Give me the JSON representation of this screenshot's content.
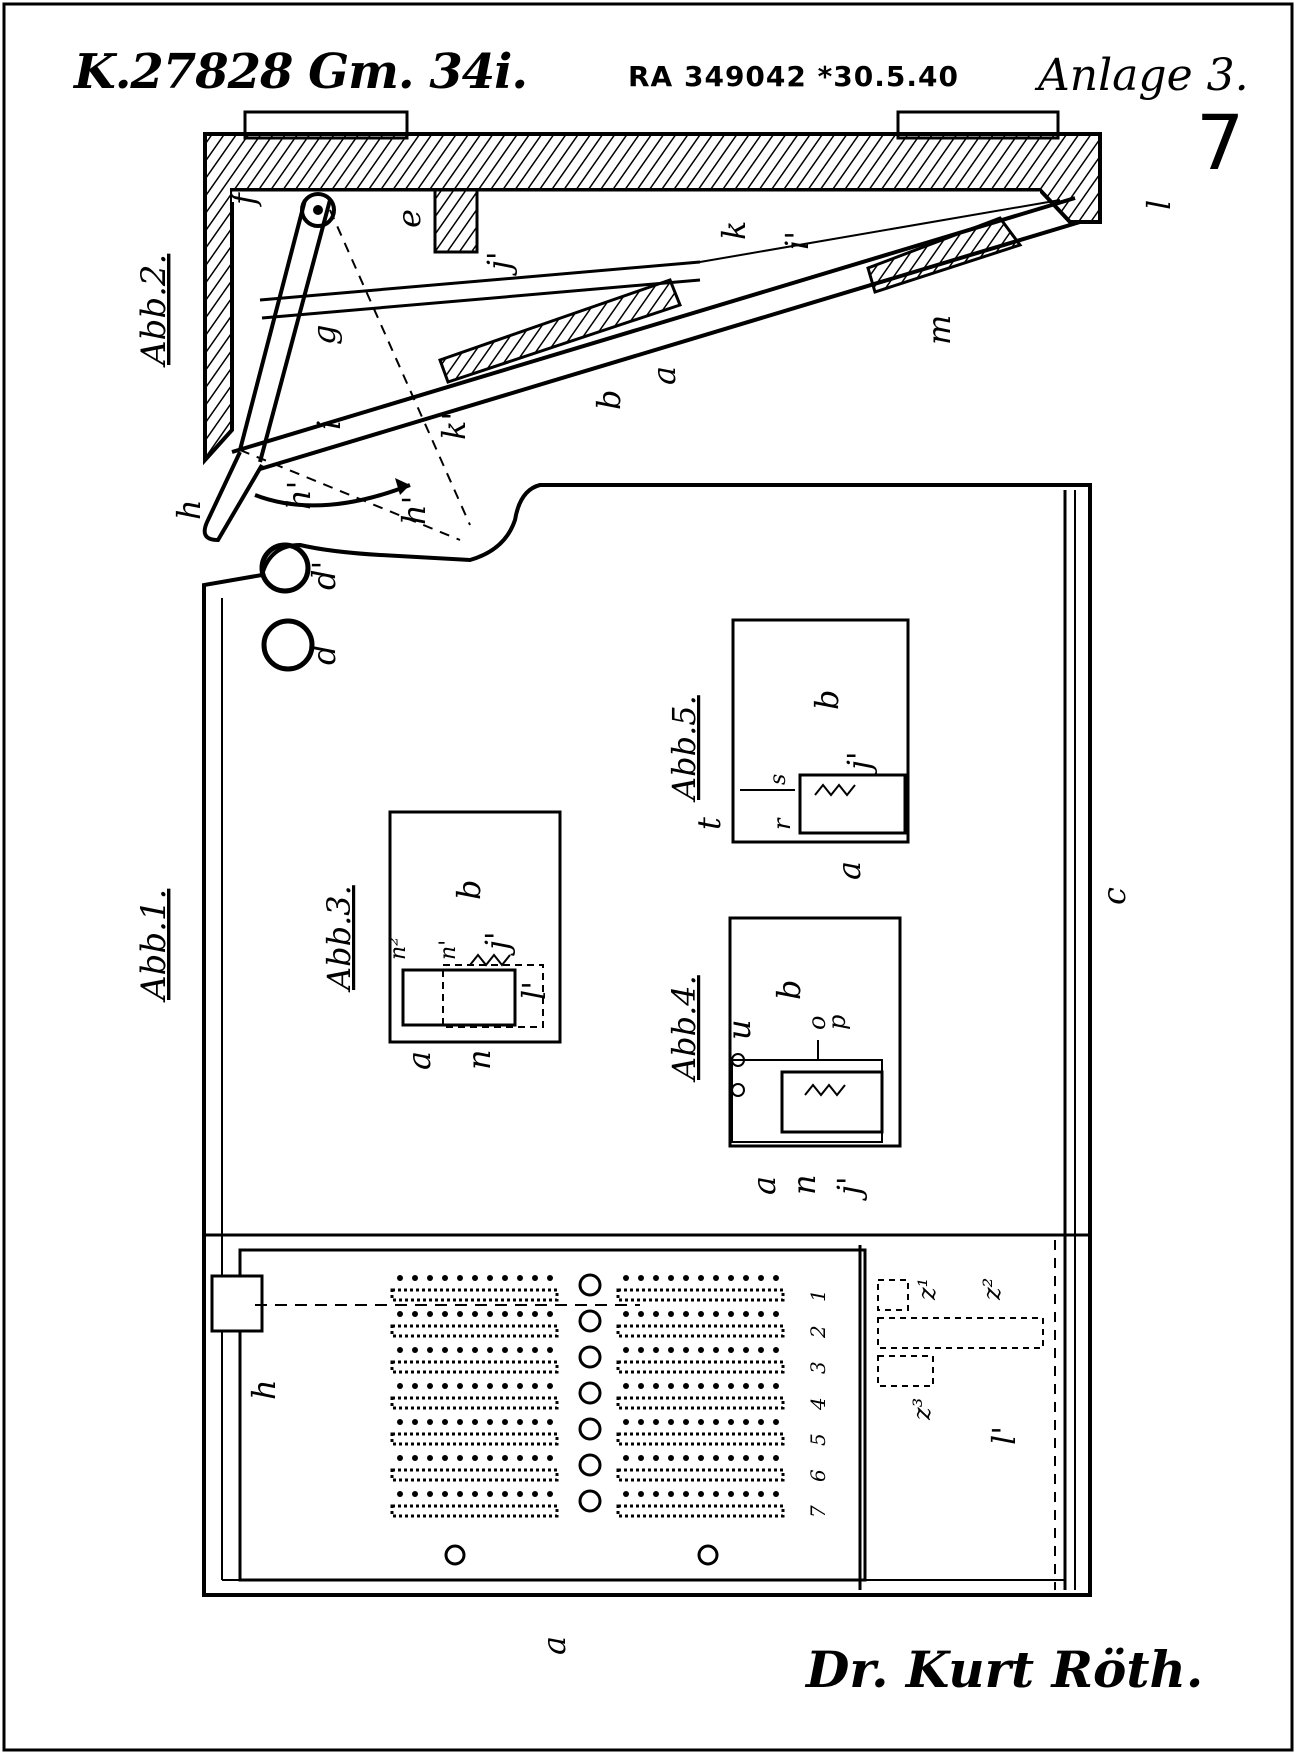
{
  "header": {
    "reference": "K.27828 Gm. 34i.",
    "stamp": "RA 349042 *30.5.40",
    "annex": "Anlage 3.",
    "page_mark": "7"
  },
  "figures": {
    "abb1": "Abb.1.",
    "abb2": "Abb.2.",
    "abb3": "Abb.3.",
    "abb4": "Abb.4.",
    "abb5": "Abb.5."
  },
  "labels": {
    "a": "a",
    "b": "b",
    "c": "c",
    "d": "d",
    "d1": "d'",
    "e": "e",
    "f": "f",
    "g": "g",
    "h": "h",
    "h1": "h'",
    "i": "i",
    "i1": "i'",
    "j1": "j'",
    "k": "k",
    "k1": "k'",
    "l": "l",
    "l1": "l'",
    "m": "m",
    "n": "n",
    "n1": "n'",
    "n2": "n²",
    "o": "o",
    "p": "p",
    "r": "r",
    "s": "s",
    "t": "t",
    "u": "u",
    "z1": "z¹",
    "z2": "z²",
    "z3": "z³"
  },
  "rows": [
    "1",
    "2",
    "3",
    "4",
    "5",
    "6",
    "7"
  ],
  "signature": "Dr. Kurt Röth."
}
